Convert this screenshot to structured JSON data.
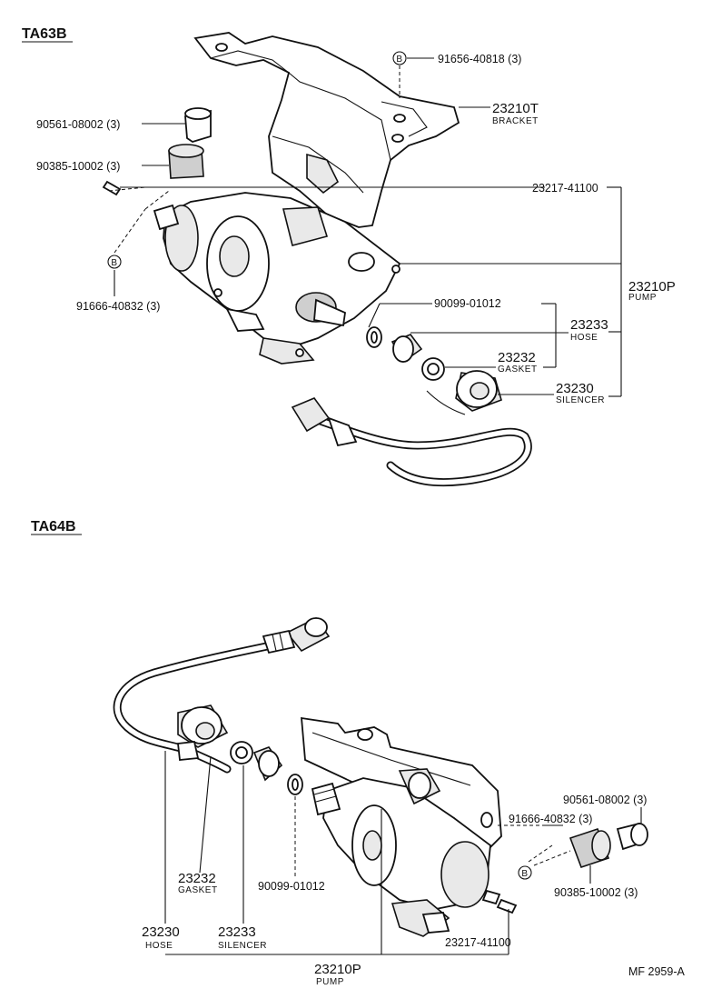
{
  "sections": {
    "top": "TA63B",
    "bottom": "TA64B"
  },
  "top": {
    "bolt_b": "91656-40818 (3)",
    "bracket_no": "23210T",
    "bracket_name": "BRACKET",
    "collar": "90561-08002 (3)",
    "cushion": "90385-10002 (3)",
    "clamp": "23217-41100",
    "nut_b": "91666-40832 (3)",
    "pump_no": "23210P",
    "pump_name": "PUMP",
    "oring": "90099-01012",
    "hose_no": "23233",
    "hose_name": "HOSE",
    "gasket_no": "23232",
    "gasket_name": "GASKET",
    "silencer_no": "23230",
    "silencer_name": "SILENCER",
    "b_marker": "B"
  },
  "bottom": {
    "collar": "90561-08002 (3)",
    "nut_b": "91666-40832 (3)",
    "cushion": "90385-10002 (3)",
    "gasket_no": "23232",
    "gasket_name": "GASKET",
    "oring": "90099-01012",
    "n23230": "23230",
    "n23230_name": "HOSE",
    "n23233": "23233",
    "n23233_name": "SILENCER",
    "clamp": "23217-41100",
    "pump_no": "23210P",
    "pump_name": "PUMP",
    "b_marker": "B"
  },
  "footer": {
    "code": "MF  2959-A"
  }
}
